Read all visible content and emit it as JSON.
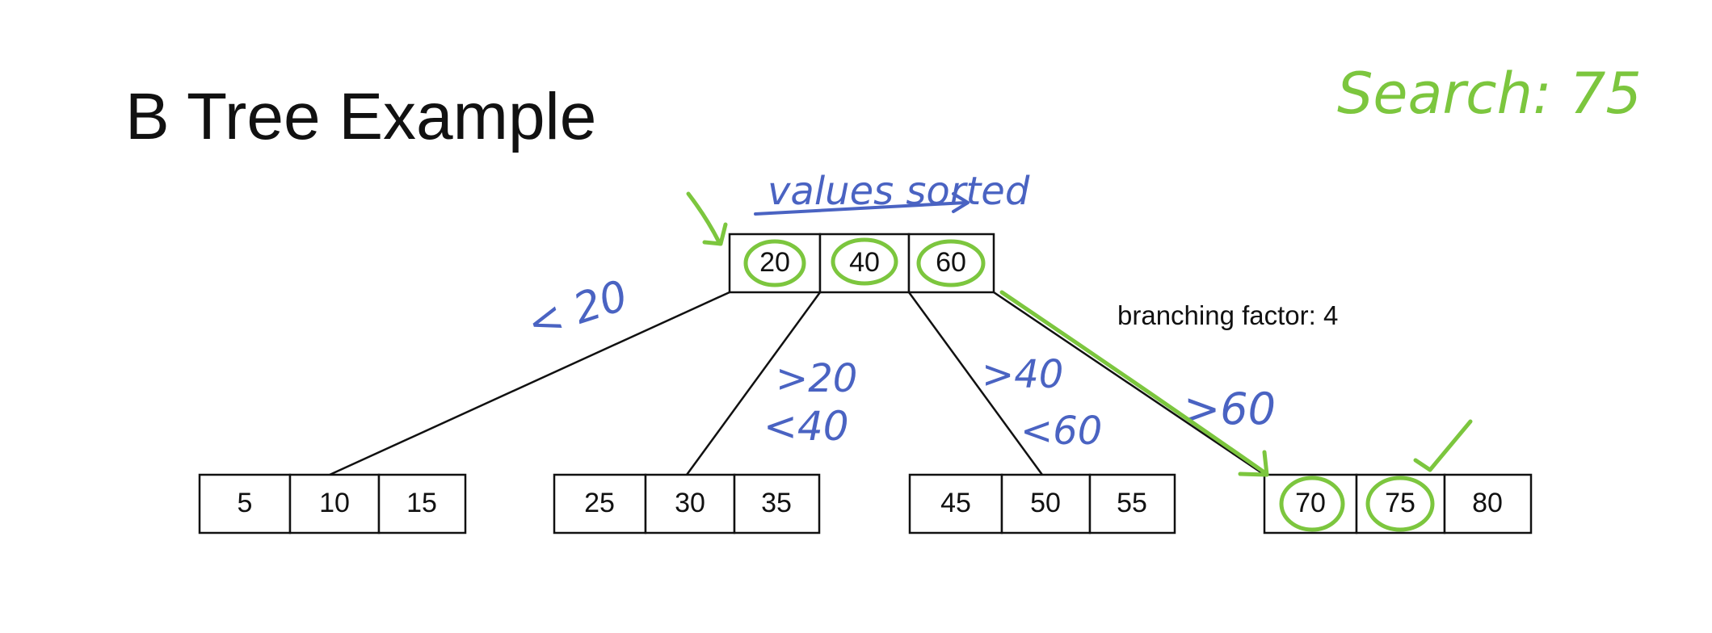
{
  "title": "B Tree Example",
  "search_note": "Search: 75",
  "branching_label": "branching factor: 4",
  "root": {
    "keys": [
      "20",
      "40",
      "60"
    ]
  },
  "leaves": [
    {
      "keys": [
        "5",
        "10",
        "15"
      ]
    },
    {
      "keys": [
        "25",
        "30",
        "35"
      ]
    },
    {
      "keys": [
        "45",
        "50",
        "55"
      ]
    },
    {
      "keys": [
        "70",
        "75",
        "80"
      ]
    }
  ],
  "annotations": {
    "values_sorted": "values sorted",
    "lt20": "< 20",
    "gt20": ">20",
    "lt40": "<40",
    "gt40": ">40",
    "lt60": "<60",
    "gt60": ">60"
  },
  "colors": {
    "pen_blue": "#4a63c2",
    "pen_green": "#7cc63e",
    "ink": "#111111"
  }
}
